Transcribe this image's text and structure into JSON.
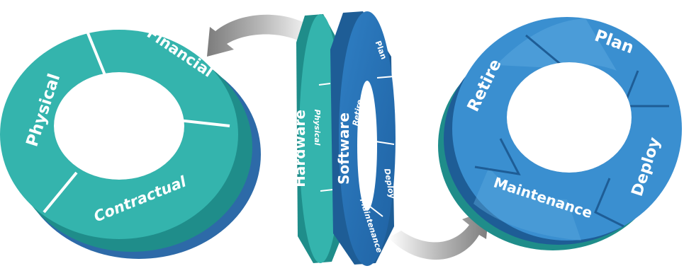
{
  "colors": {
    "teal_face": "#34b4ad",
    "teal_dark": "#1f8d8a",
    "blue_side": "#2d6aa8",
    "blue_face": "#3a8fd0",
    "blue_light": "#5aa8de",
    "blue_dark": "#1e5d96",
    "arrow_gray": "#8a8a8a",
    "label_white": "#ffffff"
  },
  "left_ring": {
    "segments": [
      "Physical",
      "Financial",
      "Contractual"
    ]
  },
  "middle_discs": {
    "hardware_title": "Hardware",
    "hardware_items": [
      "Physical"
    ],
    "software_title": "Software",
    "software_items": [
      "Plan",
      "Retire",
      "Deploy",
      "Maintenance"
    ]
  },
  "right_ring": {
    "segments": [
      "Plan",
      "Deploy",
      "Maintenance",
      "Retire"
    ]
  },
  "icons": {
    "top_arrow": "curved-arrow-left-icon",
    "bottom_arrow": "curved-arrow-right-icon"
  }
}
